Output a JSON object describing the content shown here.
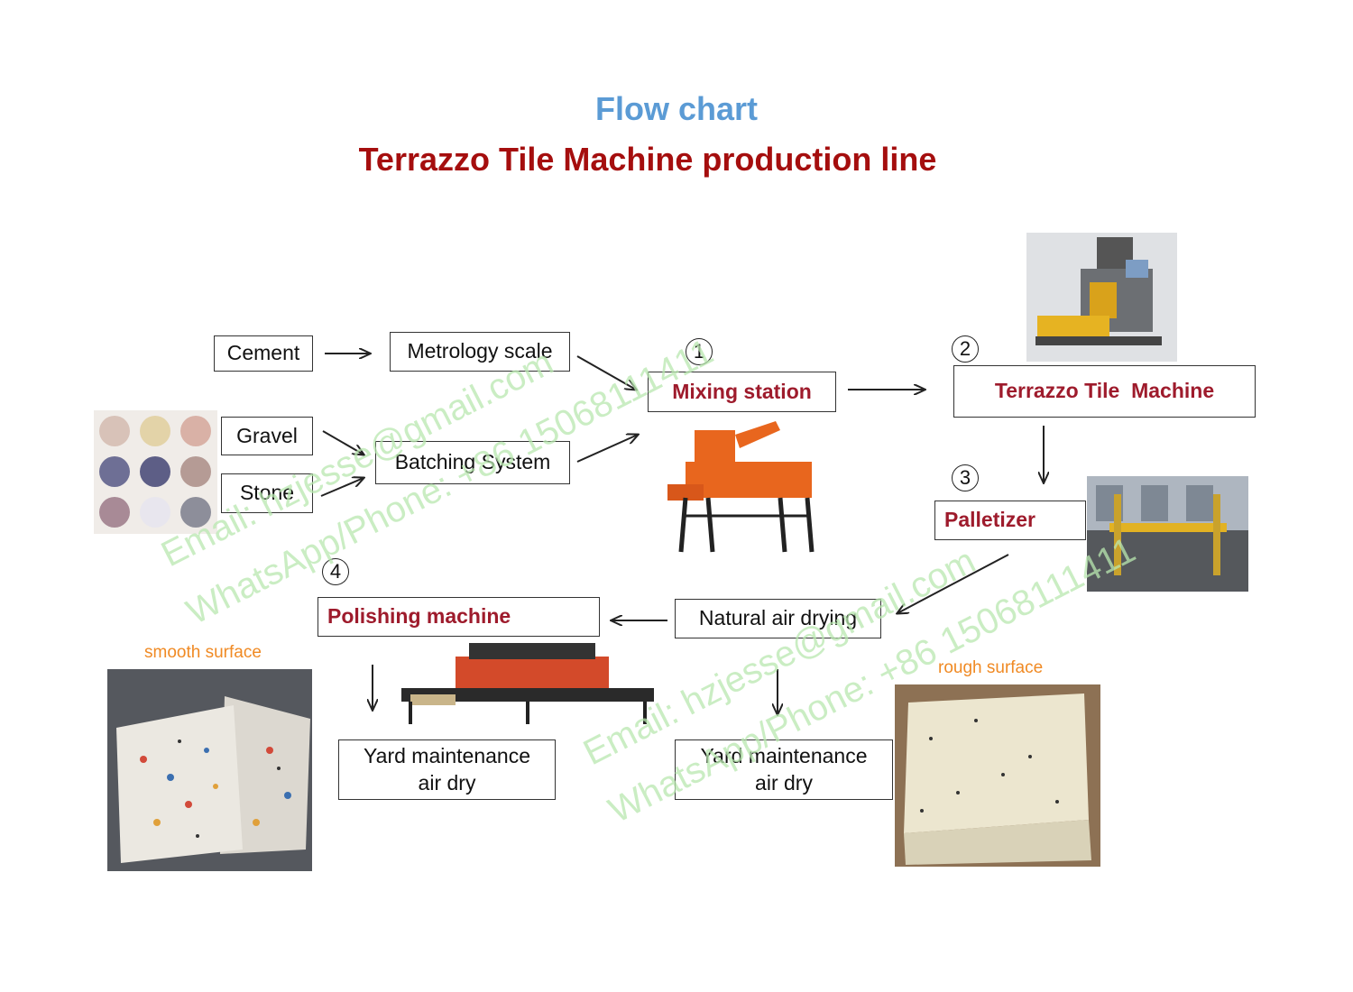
{
  "title": "Flow chart",
  "subtitle": "Terrazzo Tile Machine production line",
  "nodes": {
    "cement": "Cement",
    "metrology_scale": "Metrology scale",
    "gravel": "Gravel",
    "stone": "Stone",
    "batching_system": "Batching System",
    "mixing_station": "Mixing station",
    "terrazzo_tile_machine": "Terrazzo Tile  Machine",
    "palletizer": "Palletizer",
    "natural_air_drying": "Natural air drying",
    "polishing_machine": "Polishing machine",
    "yard_maintenance_left": [
      "Yard maintenance",
      "air dry"
    ],
    "yard_maintenance_right": [
      "Yard maintenance",
      "air dry"
    ]
  },
  "step_numbers": [
    "1",
    "2",
    "3",
    "4"
  ],
  "captions": {
    "smooth": "smooth surface",
    "rough": "rough surface"
  },
  "watermark": {
    "email": "Email: hzjesse@gmail.com",
    "phone": "WhatsApp/Phone: +86 15068111411"
  },
  "colors": {
    "title": "#5b9bd5",
    "subtitle": "#a50e0e",
    "step_label": "#9e1b2c",
    "caption": "#f08a24",
    "watermark": "#b9e8b0"
  }
}
